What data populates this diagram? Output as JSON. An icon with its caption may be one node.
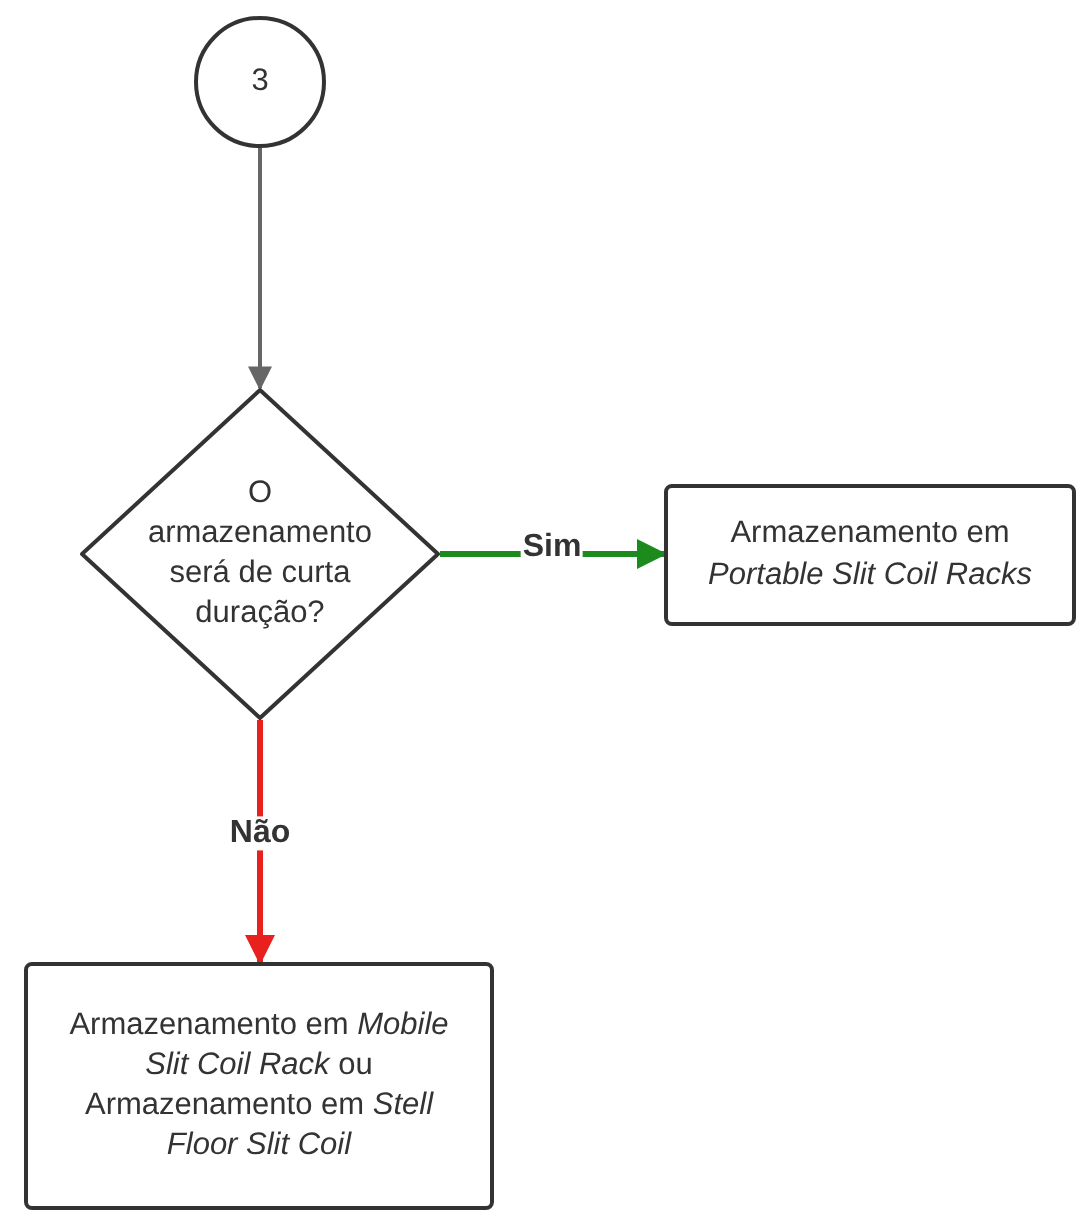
{
  "diagram": {
    "nodes": [
      {
        "text": [
          "3"
        ]
      },
      {
        "text": [
          "O armazenamento será de curta duração?"
        ]
      },
      {
        "text": [
          "Armazenamento em *Portable Slit Coil Racks*"
        ]
      },
      {
        "text": [
          "Armazenamento em *Mobile Slit Coil Rack* ou Armazenamento em *Stell Floor Slit Coil*"
        ]
      }
    ],
    "edges": [
      {
        "from": 0,
        "to": 1,
        "arrow": "to"
      },
      {
        "from": 1,
        "to": 2,
        "arrow": "to",
        "label": "Sim",
        "color": "#1c8a1c"
      },
      {
        "from": 1,
        "to": 3,
        "arrow": "to",
        "label": "Não",
        "color": "#e8201e"
      }
    ]
  }
}
